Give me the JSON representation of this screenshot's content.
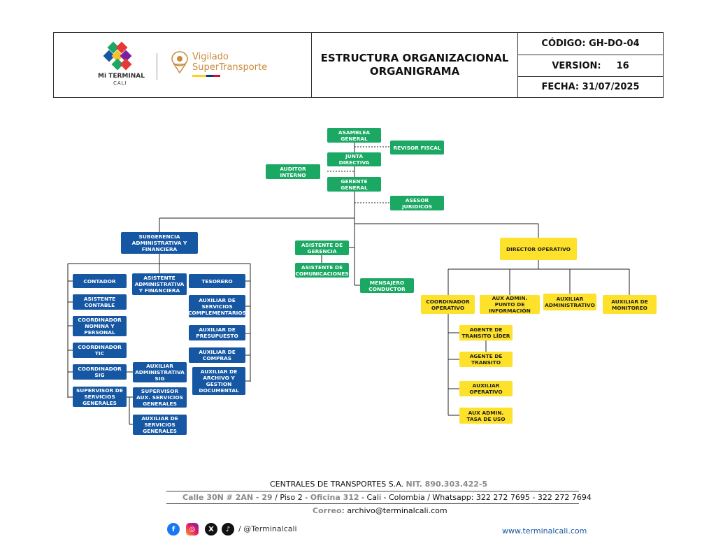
{
  "header": {
    "logo_main": "Mi TERMINAL",
    "logo_city": "CALI",
    "vigilado_line1": "Vigilado",
    "vigilado_line2": "SuperTransporte",
    "title_line1": "ESTRUCTURA ORGANIZACIONAL",
    "title_line2": "ORGANIGRAMA",
    "codigo": "CÓDIGO: GH-DO-04",
    "version_label": "VERSION:",
    "version_value": "16",
    "fecha": "FECHA: 31/07/2025"
  },
  "org": {
    "asamblea": "ASAMBLEA GENERAL",
    "revisor": "REVISOR FISCAL",
    "junta": "JUNTA DIRECTIVA",
    "auditor": "AUDITOR INTERNO",
    "gerente": "GERENTE GENERAL",
    "asesor": "ASESOR JURIDICOS",
    "subgerencia": "SUBGERENCIA ADMINISTRATIVA Y FINANCIERA",
    "asistente_gerencia": "ASISTENTE DE GERENCIA",
    "asistente_comunicaciones": "ASISTENTE DE COMUNICACIONES",
    "mensajero": "MENSAJERO CONDUCTOR",
    "director": "DIRECTOR OPERATIVO",
    "contador": "CONTADOR",
    "asistente_contable": "ASISTENTE CONTABLE",
    "coord_nomina": "COORDINADOR NOMINA Y PERSONAL",
    "coord_tic": "COORDINADOR TIC",
    "coord_sig": "COORDINADOR SIG",
    "supervisor_sg": "SUPERVISOR DE SERVICIOS GENERALES",
    "asistente_admin": "ASISTENTE ADMINISTRATIVA Y FINANCIERA",
    "aux_admin_sig": "AUXILIAR ADMINISTRATIVA SIG",
    "supervisor_aux": "SUPERVISOR AUX. SERVICIOS GENERALES",
    "aux_servicios": "AUXILIAR DE SERVICIOS GENERALES",
    "tesorero": "TESORERO",
    "aux_complementarios": "AUXILIAR DE SERVICIOS COMPLEMENTARIOS",
    "aux_presupuesto": "AUXILIAR DE PRESUPUESTO",
    "aux_compras": "AUXILIAR DE COMPRAS",
    "aux_archivo": "AUXILIAR DE ARCHIVO Y GESTION DOCUMENTAL",
    "coord_operativo": "COORDINADOR OPERATIVO",
    "aux_punto": "AUX ADMIN. PUNTO DE INFORMACIÓN",
    "aux_administrativo": "AUXILIAR ADMINISTRATIVO",
    "aux_monitoreo": "AUXILIAR DE MONITOREO",
    "agente_lider": "AGENTE DE TRANSITO LÍDER",
    "agente": "AGENTE DE TRANSITO",
    "aux_operativo": "AUXILIAR OPERATIVO",
    "aux_tasa": "AUX ADMIN. TASA DE USO"
  },
  "footer": {
    "company": "CENTRALES DE TRANSPORTES S.A.",
    "nit": "NIT. 890.303.422-5",
    "addr_calle": "Calle 30N # 2AN - 29",
    "addr_piso": " / Piso 2 - ",
    "addr_oficina": "Oficina 312",
    "addr_rest": " - Cali - Colombia  / Whatsapp: 322 272 7695 - 322 272 7694",
    "correo_label": "Correo:",
    "correo_value": " archivo@terminalcali.com",
    "handle": "/ @Terminalcali",
    "website": "www.terminalcali.com"
  },
  "icons": [
    "facebook-icon",
    "instagram-icon",
    "x-icon",
    "tiktok-icon"
  ],
  "colors": {
    "green": "#1aa863",
    "blue": "#1557a3",
    "yellow": "#fde12a"
  }
}
